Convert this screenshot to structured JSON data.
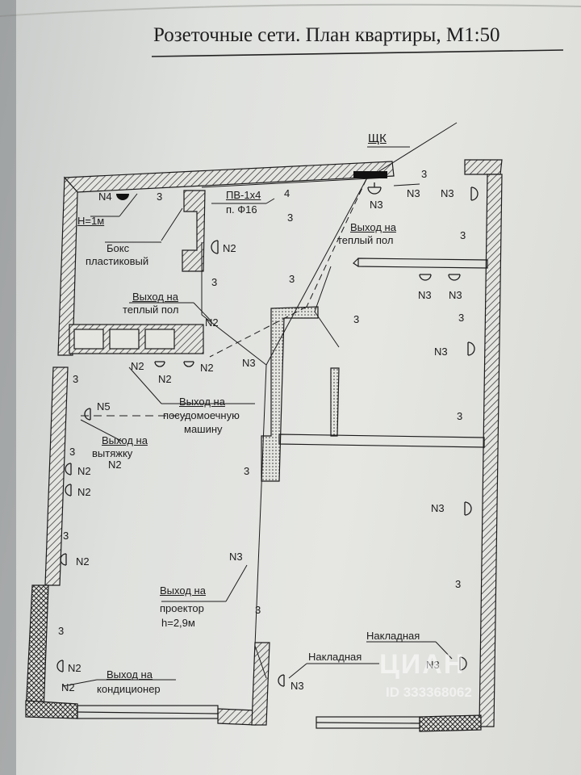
{
  "title": "Розеточные сети. План квартиры, М1:50",
  "labels": {
    "panel": "ЩК",
    "cable": "ПВ-1х4",
    "pipe": "п. Ф16",
    "box_line1": "Бокс",
    "box_line2": "пластиковый",
    "h1m": "Н=1м",
    "warm_floor_1_l1": "Выход на",
    "warm_floor_1_l2": "теплый пол",
    "warm_floor_2_l1": "Выход на",
    "warm_floor_2_l2": "теплый пол",
    "dishwasher_l1": "Выход на",
    "dishwasher_l2": "посудомоечную",
    "dishwasher_l3": "машину",
    "hood_l1": "Выход на",
    "hood_l2": "вытяжку",
    "projector_l1": "Выход на",
    "projector_l2": "проектор",
    "projector_l3": "h=2,9м",
    "ac_l1": "Выход на",
    "ac_l2": "кондиционер",
    "overlay_1": "Накладная",
    "overlay_2": "Накладная"
  },
  "marks": {
    "n2": "N2",
    "n3": "N3",
    "n4": "N4",
    "n5": "N5",
    "c3": "3",
    "c4": "4"
  },
  "watermark": {
    "logo": "ЦИАН",
    "id": "ID 333368062"
  },
  "colors": {
    "ink": "#1c1c1c",
    "paper": "#e2e3df",
    "hatch": "#2a2a2a"
  }
}
